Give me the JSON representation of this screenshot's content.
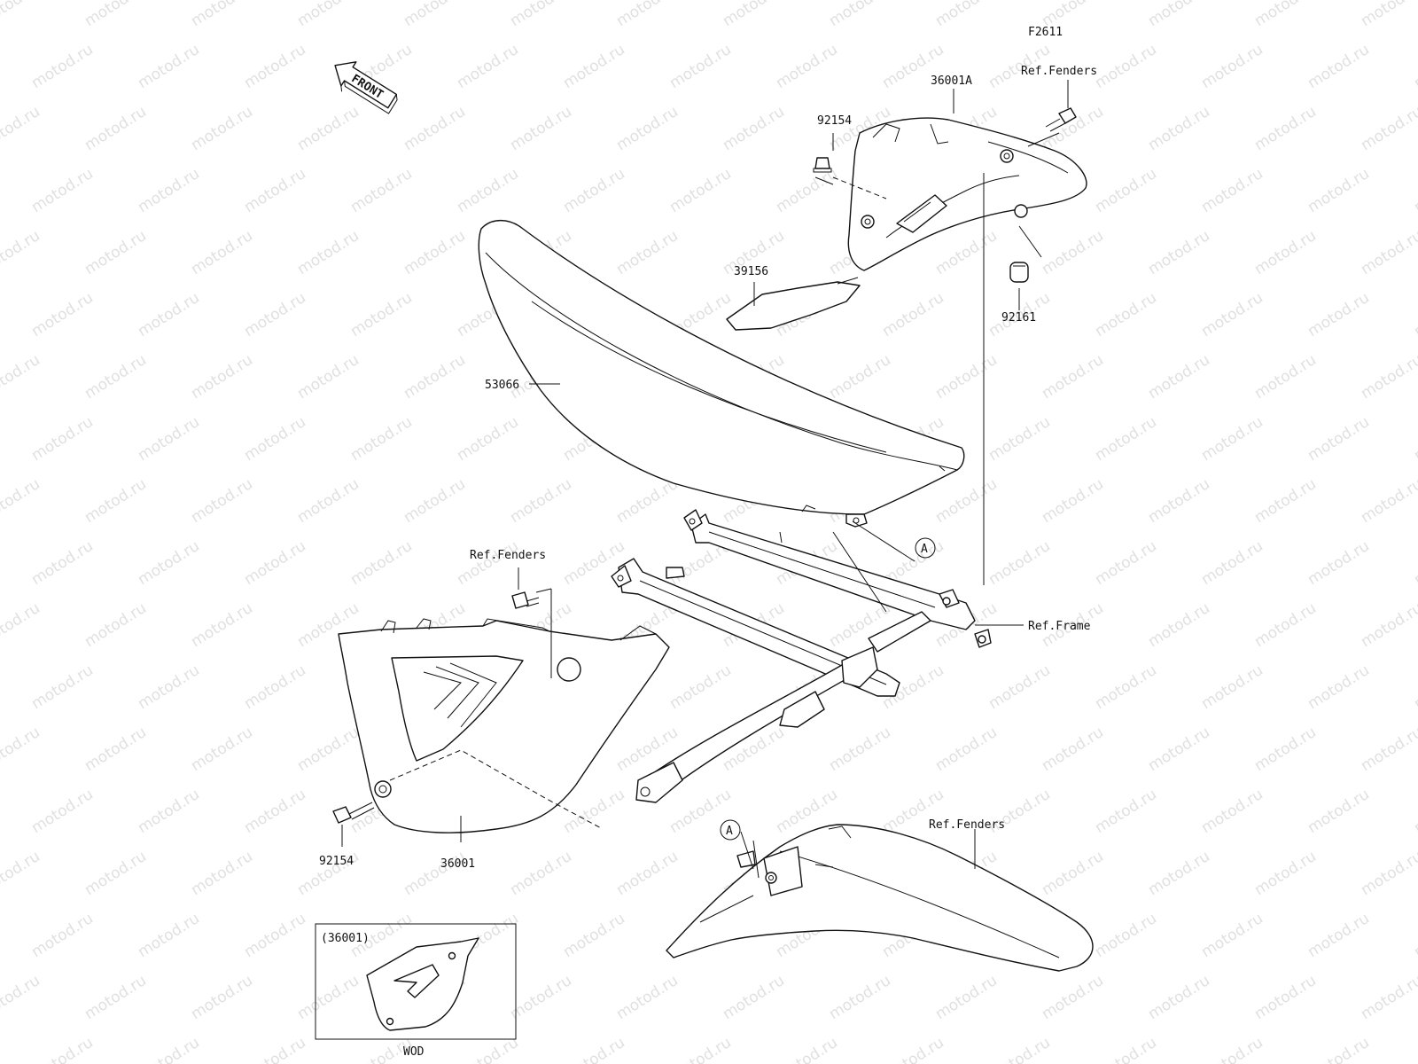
{
  "figure_code": "F2611",
  "front_arrow_text": "FRONT",
  "watermark": "motod.ru",
  "labels": {
    "p36001A": "36001A",
    "ref_fenders_top": "Ref.Fenders",
    "p92154_top": "92154",
    "p39156": "39156",
    "p92161": "92161",
    "p53066": "53066",
    "circle_a_top": "A",
    "ref_fenders_mid": "Ref.Fenders",
    "ref_frame": "Ref.Frame",
    "p92154_bottom": "92154",
    "p36001": "36001",
    "circle_a_bottom": "A",
    "ref_fenders_bottom": "Ref.Fenders"
  },
  "inset": {
    "title": "(36001)",
    "caption": "WOD"
  }
}
